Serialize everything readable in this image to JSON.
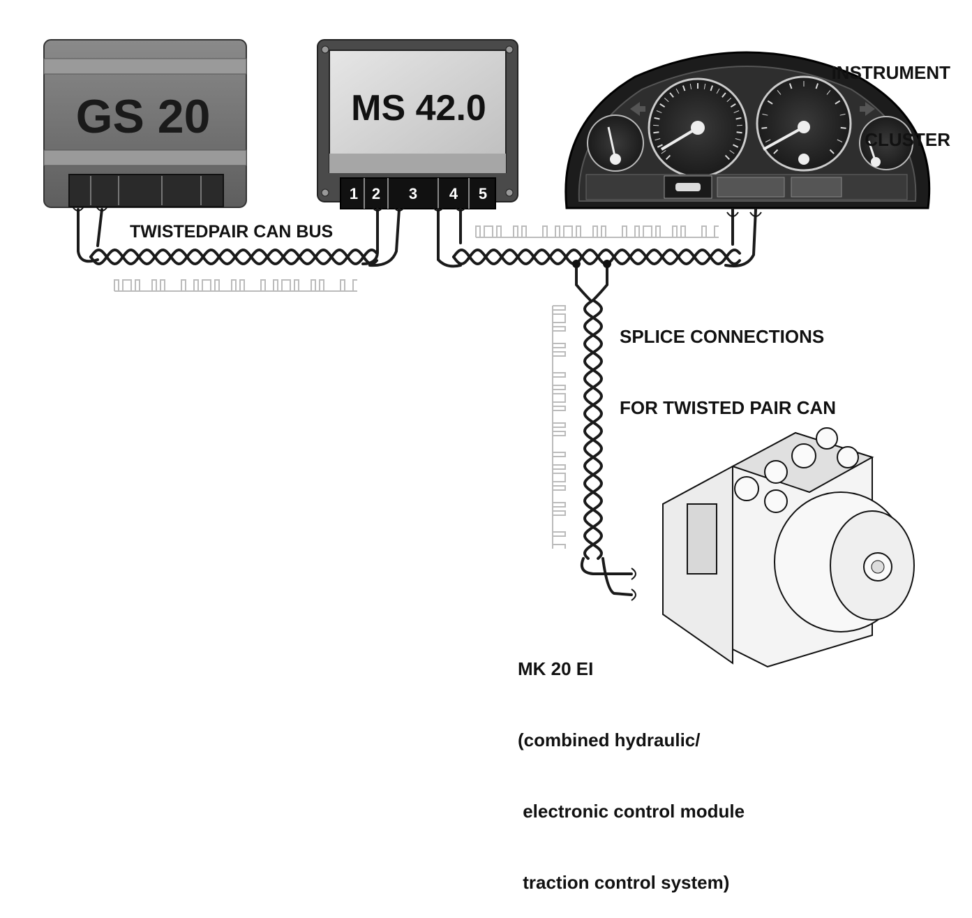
{
  "modules": {
    "gs20": {
      "label": "GS 20"
    },
    "ms420": {
      "label": "MS 42.0",
      "pins": [
        "1",
        "2",
        "3",
        "4",
        "5"
      ]
    },
    "cluster": {
      "title_line1": "INSTRUMENT",
      "title_line2": "CLUSTER"
    },
    "mk20": {
      "line1": "MK 20 EI",
      "line2": "(combined hydraulic/",
      "line3": " electronic control module",
      "line4": " traction control system)"
    }
  },
  "labels": {
    "can_bus": "TWISTEDPAIR CAN BUS",
    "splice_line1": "SPLICE CONNECTIONS",
    "splice_line2": "FOR TWISTED PAIR CAN"
  },
  "colors": {
    "module_body": "#6e6e6e",
    "module_dark": "#2a2a2a",
    "panel_light": "#d8d8d8",
    "wire": "#1a1a1a",
    "background": "#ffffff"
  }
}
